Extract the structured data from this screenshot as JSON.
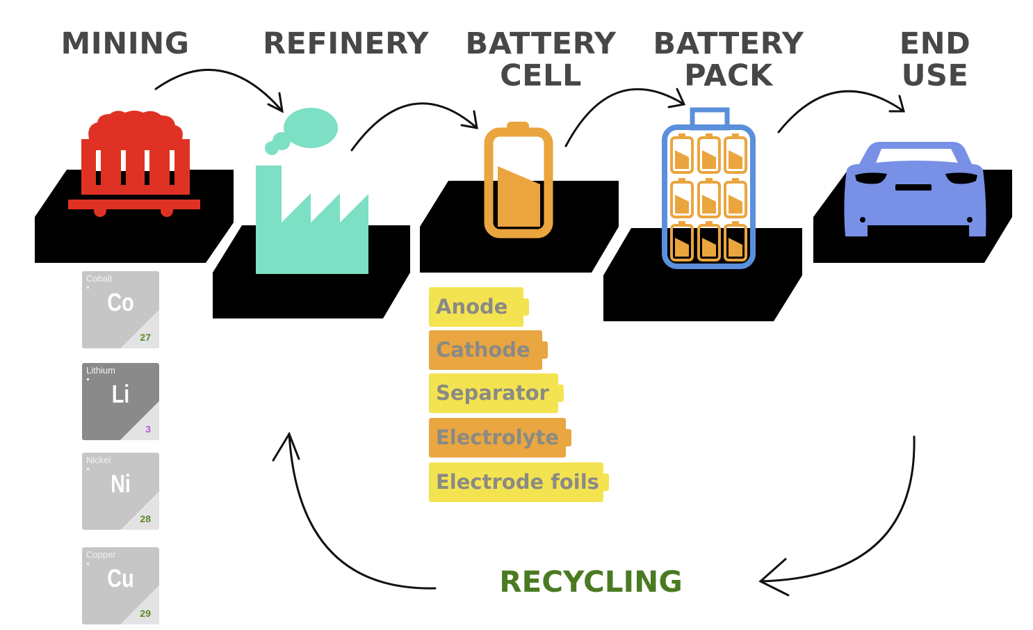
{
  "diagram": {
    "stages": [
      {
        "id": "mining",
        "title": "MINING",
        "icon": "mine-cart-icon",
        "color": "#e03224"
      },
      {
        "id": "refinery",
        "title": "REFINERY",
        "icon": "factory-icon",
        "color": "#7ddfc3"
      },
      {
        "id": "battery-cell",
        "title": "BATTERY\nCELL",
        "icon": "battery-icon",
        "color": "#eaa53e"
      },
      {
        "id": "battery-pack",
        "title": "BATTERY\nPACK",
        "icon": "battery-pack-icon",
        "color": "#5b8fdb"
      },
      {
        "id": "end-use",
        "title": "END\nUSE",
        "icon": "car-icon",
        "color": "#7890e6"
      }
    ],
    "recycling": {
      "title": "RECYCLING",
      "color": "#4b7a22"
    },
    "elements": [
      {
        "name": "Cobalt",
        "symbol": "Co",
        "number": "27",
        "number_color": "#5b8a2a",
        "shade": "light"
      },
      {
        "name": "Lithium",
        "symbol": "Li",
        "number": "3",
        "number_color": "#b45ae0",
        "shade": "dark"
      },
      {
        "name": "Nickel",
        "symbol": "Ni",
        "number": "28",
        "number_color": "#5b8a2a",
        "shade": "light"
      },
      {
        "name": "Copper",
        "symbol": "Cu",
        "number": "29",
        "number_color": "#5b8a2a",
        "shade": "light"
      }
    ],
    "cell_components": [
      {
        "label": "Anode",
        "color": "yellow"
      },
      {
        "label": "Cathode",
        "color": "orange"
      },
      {
        "label": "Separator",
        "color": "yellow"
      },
      {
        "label": "Electrolyte",
        "color": "orange"
      },
      {
        "label": "Electrode foils",
        "color": "yellow"
      }
    ],
    "flow": [
      {
        "from": "mining",
        "to": "refinery"
      },
      {
        "from": "refinery",
        "to": "battery-cell"
      },
      {
        "from": "battery-cell",
        "to": "battery-pack"
      },
      {
        "from": "battery-pack",
        "to": "end-use"
      },
      {
        "from": "end-use",
        "to": "recycling"
      },
      {
        "from": "recycling",
        "to": "refinery"
      }
    ]
  }
}
